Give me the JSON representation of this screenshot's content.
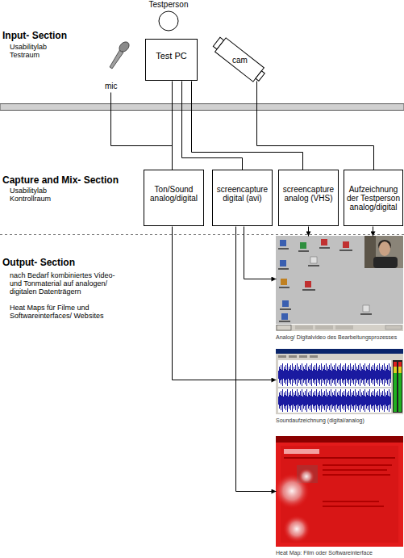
{
  "diagram": {
    "nodes": [
      {
        "text": [
          "Testperson"
        ]
      },
      {
        "text": [
          "mic"
        ]
      },
      {
        "text": [
          "Test PC"
        ]
      },
      {
        "text": [
          "cam"
        ]
      },
      {
        "text": [
          "Ton/Sound analog/digital"
        ]
      },
      {
        "text": [
          "screencapture digital (avi)"
        ]
      },
      {
        "text": [
          "screencapture analog (VHS)"
        ]
      },
      {
        "text": [
          "Aufzeichnung der Testperson analog/digital"
        ]
      },
      {
        "text": [
          "Analog/ Digitalvideo des Bearbeitungsprozesses"
        ]
      },
      {
        "text": [
          "Soundaufzeichnung (digital/analog)"
        ]
      },
      {
        "text": [
          "Heat Map: Film oder Softwareinterface"
        ]
      }
    ],
    "edges": [
      {
        "from": 1,
        "to": 4,
        "arrow": "none"
      },
      {
        "from": 2,
        "to": 4,
        "arrow": "none"
      },
      {
        "from": 2,
        "to": 5,
        "arrow": "none"
      },
      {
        "from": 2,
        "to": 6,
        "arrow": "none"
      },
      {
        "from": 3,
        "to": 7,
        "arrow": "none"
      },
      {
        "from": 5,
        "to": 8,
        "arrow": "to"
      },
      {
        "from": 6,
        "to": 8,
        "arrow": "to"
      },
      {
        "from": 7,
        "to": 8,
        "arrow": "to"
      },
      {
        "from": 4,
        "to": 9,
        "arrow": "to"
      },
      {
        "from": 5,
        "to": 10,
        "arrow": "to"
      }
    ],
    "labels": [
      "Input- Section",
      "Usabilitylab Testraum",
      "Capture and Mix- Section",
      "Usabilitylab Kontrollraum",
      "Output- Section",
      "nach Bedarf kombiniertes Video- und Tonmaterial auf analogen/ digitalen Datenträgern",
      "Heat Maps für Filme und Softwareinterfaces/ Websites"
    ]
  }
}
